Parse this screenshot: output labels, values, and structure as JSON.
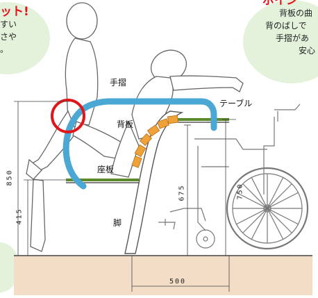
{
  "bubble_left": {
    "title": "ット!",
    "lines": [
      "すい",
      "さや",
      "。"
    ]
  },
  "bubble_right": {
    "title": "ポイン",
    "lines": [
      "背板の曲",
      "背のばしで",
      "手摺があ",
      "安心"
    ]
  },
  "labels": {
    "handrail": "手摺",
    "backboard": "背板",
    "seat": "座板",
    "leg": "脚",
    "table": "テーブル"
  },
  "dimensions": {
    "height_850": "850",
    "height_415": "415",
    "height_675": "675",
    "height_750": "750",
    "width_500": "500"
  },
  "colors": {
    "handrail": "#4ba7d4",
    "backboard_pad": "#f0a23a",
    "board_green": "#5a8a2a",
    "marker_red": "#e0161b",
    "bubble_green": "#e4f2dc",
    "floor": "#f3ddc6"
  }
}
